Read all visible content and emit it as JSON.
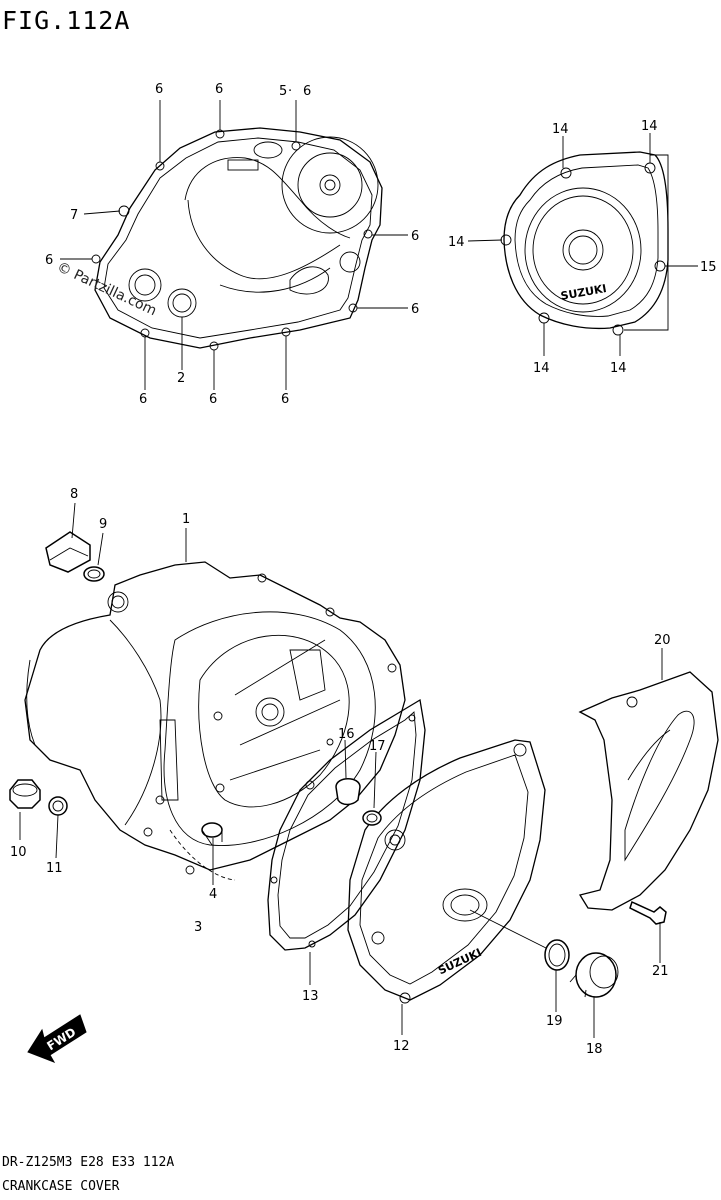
{
  "figure_title": "FIG.112A",
  "watermark": "© Partzilla.com",
  "footer": {
    "model_line": "DR-Z125M3 E28 E33 112A",
    "caption": "CRANKCASE COVER"
  },
  "brand_text": "SUZUKI",
  "fwd_label": "FWD",
  "callouts": [
    "6",
    "6",
    "5",
    "6",
    "7",
    "6",
    "6",
    "6",
    "6",
    "2",
    "6",
    "6",
    "6",
    "14",
    "14",
    "14",
    "15",
    "14",
    "14",
    "8",
    "9",
    "1",
    "10",
    "11",
    "4",
    "3",
    "16",
    "17",
    "20",
    "13",
    "12",
    "21",
    "19",
    "18"
  ]
}
